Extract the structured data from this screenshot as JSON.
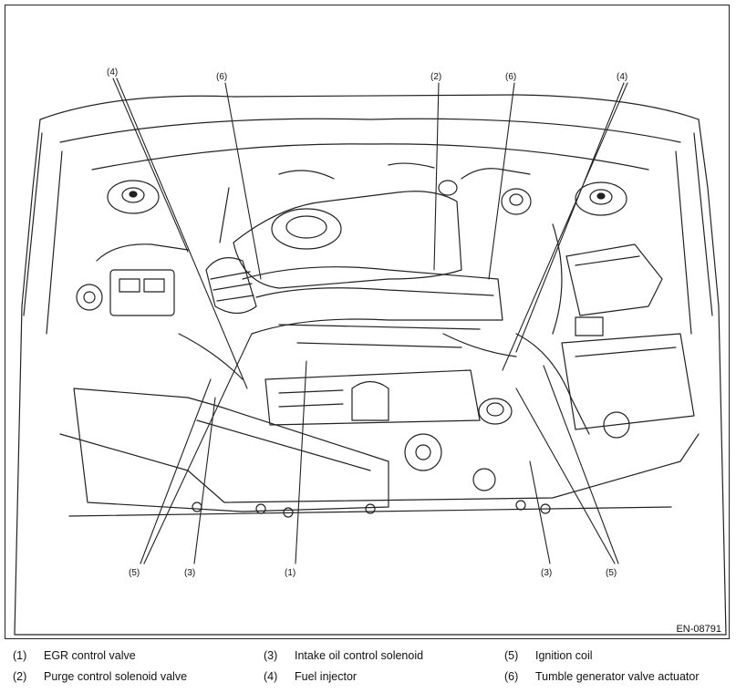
{
  "figure_id": "EN-08791",
  "callouts": [
    {
      "key": "c4a",
      "label": "(4)"
    },
    {
      "key": "c6a",
      "label": "(6)"
    },
    {
      "key": "c2",
      "label": "(2)"
    },
    {
      "key": "c6b",
      "label": "(6)"
    },
    {
      "key": "c4b",
      "label": "(4)"
    },
    {
      "key": "c5a",
      "label": "(5)"
    },
    {
      "key": "c3a",
      "label": "(3)"
    },
    {
      "key": "c1",
      "label": "(1)"
    },
    {
      "key": "c3b",
      "label": "(3)"
    },
    {
      "key": "c5b",
      "label": "(5)"
    }
  ],
  "legend": [
    {
      "num": "(1)",
      "text": "EGR control valve"
    },
    {
      "num": "(2)",
      "text": "Purge control solenoid valve"
    },
    {
      "num": "(3)",
      "text": "Intake oil control solenoid"
    },
    {
      "num": "(4)",
      "text": "Fuel injector"
    },
    {
      "num": "(5)",
      "text": "Ignition coil"
    },
    {
      "num": "(6)",
      "text": "Tumble generator valve actuator"
    }
  ]
}
